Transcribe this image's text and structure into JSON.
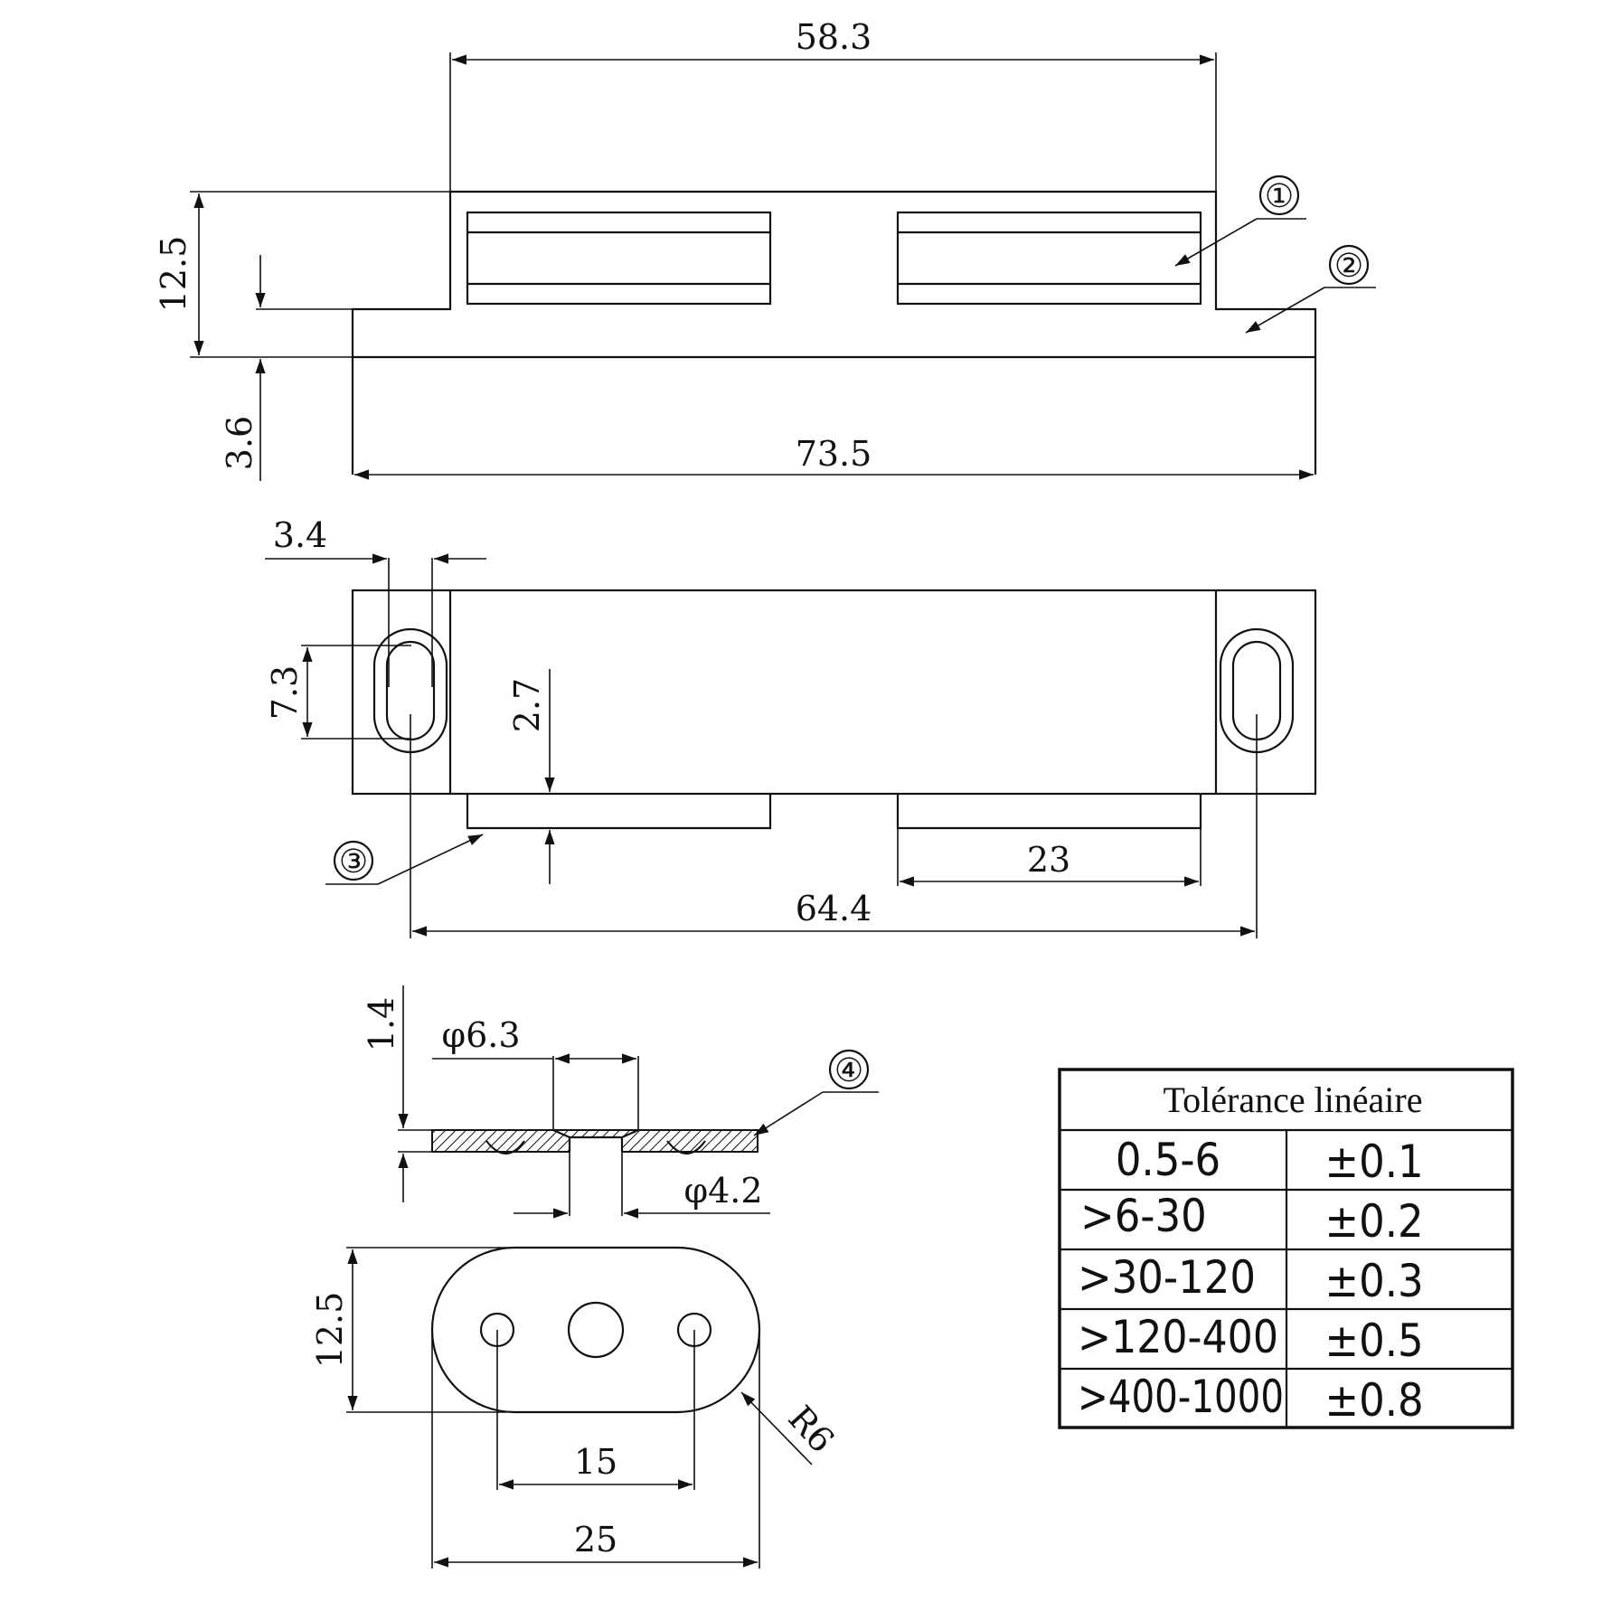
{
  "dimensions": {
    "top_width": "58.3",
    "overall_length": "73.5",
    "height": "12.5",
    "base_thickness": "3.6",
    "slot_width": "3.4",
    "slot_length": "7.3",
    "magnet_offset": "2.7",
    "magnet_length": "23",
    "hole_spacing": "64.4",
    "plate_thickness": "1.4",
    "counterbore_dia": "φ6.3",
    "hole_dia": "φ4.2",
    "plate_height": "12.5",
    "plate_hole_spacing": "15",
    "plate_length": "25",
    "corner_radius": "R6"
  },
  "callouts": [
    "①",
    "②",
    "③",
    "④"
  ],
  "tolerance_table": {
    "title": "Tolérance linéaire",
    "rows": [
      {
        "range": "0.5-6",
        "tolerance": "±0.1"
      },
      {
        "range": ">6-30",
        "tolerance": "±0.2"
      },
      {
        "range": ">30-120",
        "tolerance": "±0.3"
      },
      {
        "range": ">120-400",
        "tolerance": "±0.5"
      },
      {
        "range": ">400-1000",
        "tolerance": "±0.8"
      }
    ]
  }
}
